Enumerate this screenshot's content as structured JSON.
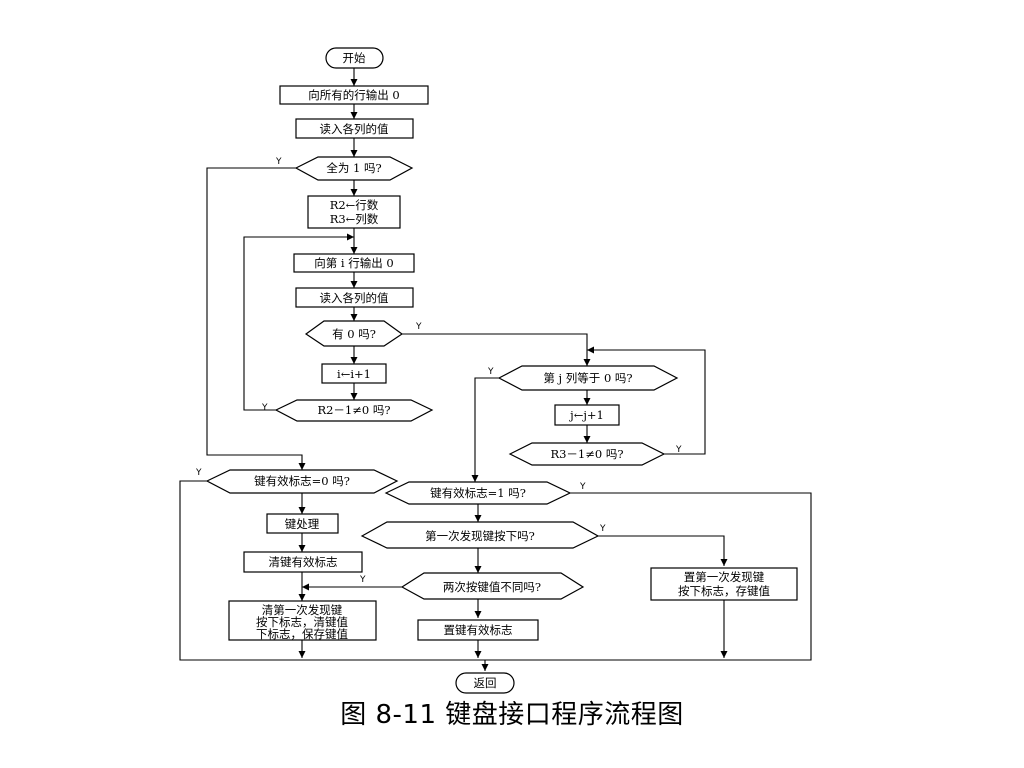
{
  "diagram": {
    "start": "开始",
    "out_all_rows": "向所有的行输出 0",
    "read_cols_1": "读入各列的值",
    "all_ones_q": "全为 1 吗?",
    "r2_rows": "R2←行数",
    "r3_cols": "R3←列数",
    "out_row_i": "向第 i 行输出 0",
    "read_cols_2": "读入各列的值",
    "has_zero_q": "有 0 吗?",
    "i_inc": "i←i+1",
    "r2_dec_q": "R2－1≠0 吗?",
    "col_j_zero_q": "第 j 列等于 0 吗?",
    "j_inc": "j←j+1",
    "r3_dec_q": "R3－1≠0 吗?",
    "key_flag0_q": "键有效标志=0 吗?",
    "key_flag1_q": "键有效标志=1 吗?",
    "key_process": "键处理",
    "clear_valid_flag": "清键有效标志",
    "first_press_q": "第一次发现键按下吗?",
    "diff_value_q": "两次按键值不同吗?",
    "clear_first_1": "清第一次发现键",
    "clear_first_2": "按下标志，清键值",
    "clear_first_3": "下标志，保存键值",
    "set_valid_flag": "置键有效标志",
    "set_first_1": "置第一次发现键",
    "set_first_2": "按下标志，存键值",
    "return": "返回",
    "yes": "Y"
  },
  "caption": "图 8-11  键盘接口程序流程图"
}
